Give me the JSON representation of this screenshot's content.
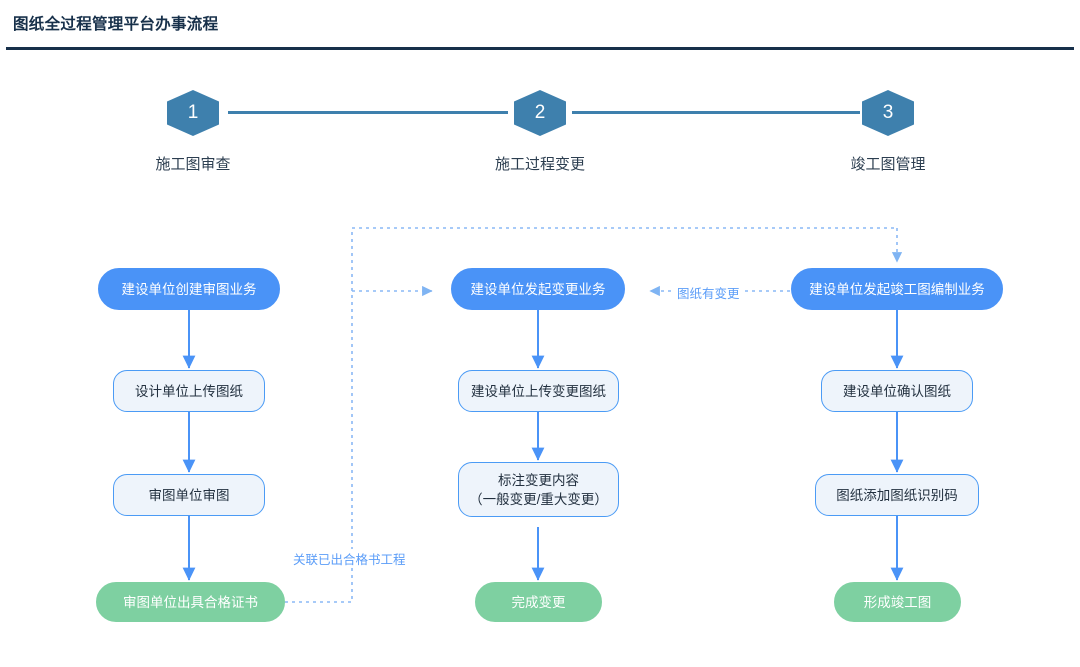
{
  "page": {
    "title": "图纸全过程管理平台办事流程"
  },
  "stepper": {
    "steps": [
      {
        "number": "1",
        "label": "施工图审查"
      },
      {
        "number": "2",
        "label": "施工过程变更"
      },
      {
        "number": "3",
        "label": "竣工图管理"
      }
    ]
  },
  "colors": {
    "title": "#17304a",
    "hexagon": "#3e80ad",
    "start_node": "#4a93f7",
    "step_node_fill": "#eef4fb",
    "step_node_border": "#4b9bf5",
    "end_node": "#7ed0a1",
    "arrow": "#4a93f7",
    "dotted": "#8ab8f5"
  },
  "flow": {
    "columns": [
      {
        "name": "施工图审查",
        "nodes": [
          {
            "id": "c1n1",
            "type": "start",
            "label": "建设单位创建审图业务"
          },
          {
            "id": "c1n2",
            "type": "step",
            "label": "设计单位上传图纸"
          },
          {
            "id": "c1n3",
            "type": "step",
            "label": "审图单位审图"
          },
          {
            "id": "c1n4",
            "type": "end",
            "label": "审图单位出具合格证书"
          }
        ]
      },
      {
        "name": "施工过程变更",
        "nodes": [
          {
            "id": "c2n1",
            "type": "start",
            "label": "建设单位发起变更业务"
          },
          {
            "id": "c2n2",
            "type": "step",
            "label": "建设单位上传变更图纸"
          },
          {
            "id": "c2n3",
            "type": "step",
            "label": "标注变更内容",
            "label2": "（一般变更/重大变更）"
          },
          {
            "id": "c2n4",
            "type": "end",
            "label": "完成变更"
          }
        ]
      },
      {
        "name": "竣工图管理",
        "nodes": [
          {
            "id": "c3n1",
            "type": "start",
            "label": "建设单位发起竣工图编制业务"
          },
          {
            "id": "c3n2",
            "type": "step",
            "label": "建设单位确认图纸"
          },
          {
            "id": "c3n3",
            "type": "step",
            "label": "图纸添加图纸识别码"
          },
          {
            "id": "c3n4",
            "type": "end",
            "label": "形成竣工图"
          }
        ]
      }
    ],
    "edge_labels": [
      {
        "id": "e1",
        "label": "图纸有变更"
      },
      {
        "id": "e2",
        "label": "关联已出合格书工程"
      }
    ]
  }
}
